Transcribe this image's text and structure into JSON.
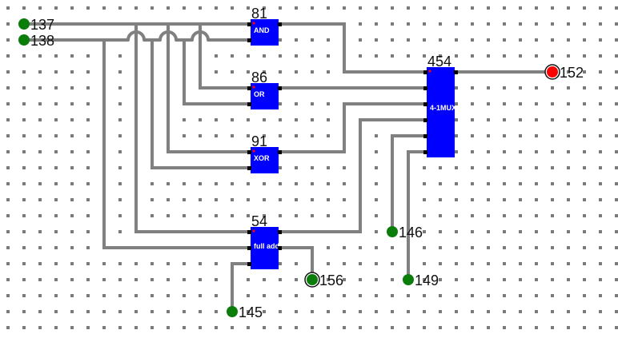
{
  "colors": {
    "grid_dot": "#7a7a7a",
    "wire": "#808080",
    "gate_fill": "#0000ff",
    "pin": "#000000",
    "input_node": "#0a7d0a",
    "output_off": "#0a7d0a",
    "output_on": "#ff0000"
  },
  "inputs": [
    {
      "id": "137",
      "label": "137"
    },
    {
      "id": "138",
      "label": "138"
    },
    {
      "id": "146",
      "label": "146"
    },
    {
      "id": "149",
      "label": "149"
    },
    {
      "id": "145",
      "label": "145"
    }
  ],
  "outputs": [
    {
      "id": "152",
      "label": "152",
      "state": "on"
    },
    {
      "id": "156",
      "label": "156",
      "state": "off"
    }
  ],
  "gates": [
    {
      "id": "81",
      "label": "81",
      "type": "AND"
    },
    {
      "id": "86",
      "label": "86",
      "type": "OR"
    },
    {
      "id": "91",
      "label": "91",
      "type": "XOR"
    },
    {
      "id": "54",
      "label": "54",
      "type": "full add"
    },
    {
      "id": "454",
      "label": "454",
      "type": "4-1MUX"
    }
  ]
}
